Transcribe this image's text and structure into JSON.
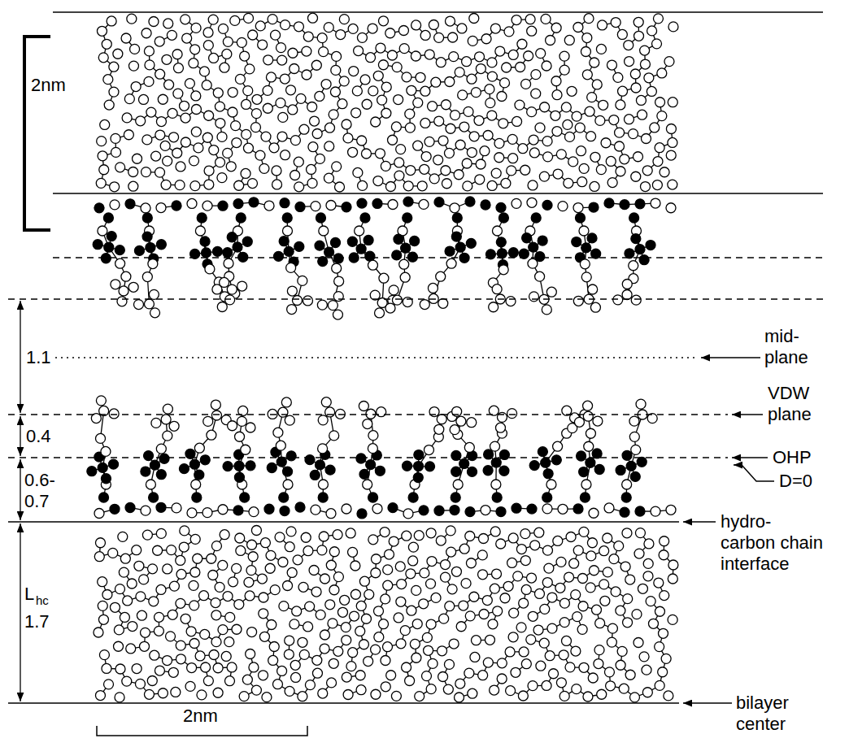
{
  "diagram": {
    "labels": [
      "2nm",
      "1.1",
      "mid- plane",
      "VDW plane",
      "0.4",
      "OHP",
      "D=0",
      "0.6- 0.7",
      "L",
      "hc",
      "1.7",
      "hydro- carbon chain interface",
      "bilayer center",
      "2nm"
    ]
  }
}
